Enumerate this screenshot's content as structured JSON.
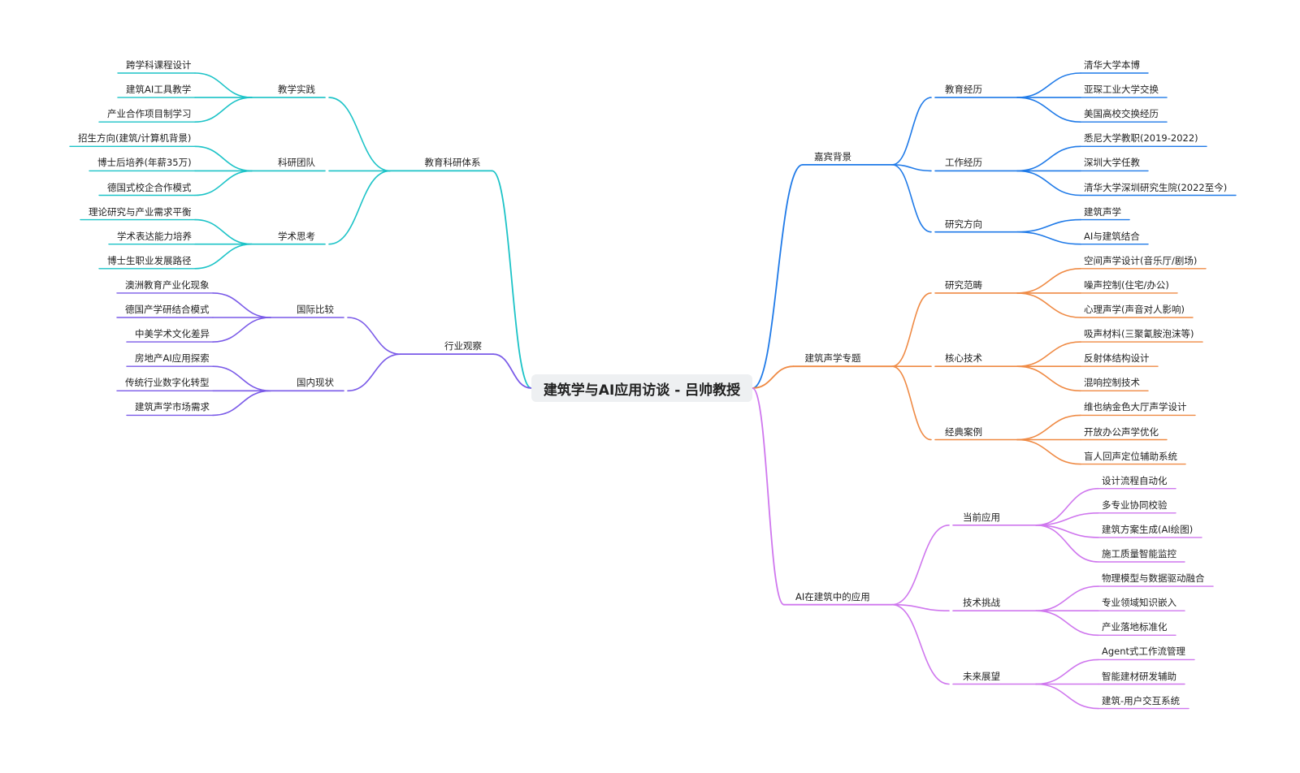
{
  "root": "建筑学与AI应用访谈 - 吕帅教授",
  "colors": {
    "blue": "#1f7ae8",
    "orange": "#ef8a44",
    "violet": "#cf77ee",
    "teal": "#1cc3c7",
    "purple": "#7a5ae8"
  },
  "right": [
    {
      "label": "嘉宾背景",
      "color": "blue",
      "children": [
        {
          "label": "教育经历",
          "children": [
            "清华大学本博",
            "亚琛工业大学交换",
            "美国高校交换经历"
          ]
        },
        {
          "label": "工作经历",
          "children": [
            "悉尼大学教职(2019-2022)",
            "深圳大学任教",
            "清华大学深圳研究生院(2022至今)"
          ]
        },
        {
          "label": "研究方向",
          "children": [
            "建筑声学",
            "AI与建筑结合"
          ]
        }
      ]
    },
    {
      "label": "建筑声学专题",
      "color": "orange",
      "children": [
        {
          "label": "研究范畴",
          "children": [
            "空间声学设计(音乐厅/剧场)",
            "噪声控制(住宅/办公)",
            "心理声学(声音对人影响)"
          ]
        },
        {
          "label": "核心技术",
          "children": [
            "吸声材料(三聚氰胺泡沫等)",
            "反射体结构设计",
            "混响控制技术"
          ]
        },
        {
          "label": "经典案例",
          "children": [
            "维也纳金色大厅声学设计",
            "开放办公声学优化",
            "盲人回声定位辅助系统"
          ]
        }
      ]
    },
    {
      "label": "AI在建筑中的应用",
      "color": "violet",
      "children": [
        {
          "label": "当前应用",
          "children": [
            "设计流程自动化",
            "多专业协同校验",
            "建筑方案生成(AI绘图)",
            "施工质量智能监控"
          ]
        },
        {
          "label": "技术挑战",
          "children": [
            "物理模型与数据驱动融合",
            "专业领域知识嵌入",
            "产业落地标准化"
          ]
        },
        {
          "label": "未来展望",
          "children": [
            "Agent式工作流管理",
            "智能建材研发辅助",
            "建筑-用户交互系统"
          ]
        }
      ]
    }
  ],
  "left": [
    {
      "label": "教育科研体系",
      "color": "teal",
      "children": [
        {
          "label": "教学实践",
          "children": [
            "跨学科课程设计",
            "建筑AI工具教学",
            "产业合作项目制学习"
          ]
        },
        {
          "label": "科研团队",
          "children": [
            "招生方向(建筑/计算机背景)",
            "博士后培养(年薪35万)",
            "德国式校企合作模式"
          ]
        },
        {
          "label": "学术思考",
          "children": [
            "理论研究与产业需求平衡",
            "学术表达能力培养",
            "博士生职业发展路径"
          ]
        }
      ]
    },
    {
      "label": "行业观察",
      "color": "purple",
      "children": [
        {
          "label": "国际比较",
          "children": [
            "澳洲教育产业化现象",
            "德国产学研结合模式",
            "中美学术文化差异"
          ]
        },
        {
          "label": "国内现状",
          "children": [
            "房地产AI应用探索",
            "传统行业数字化转型",
            "建筑声学市场需求"
          ]
        }
      ]
    }
  ]
}
